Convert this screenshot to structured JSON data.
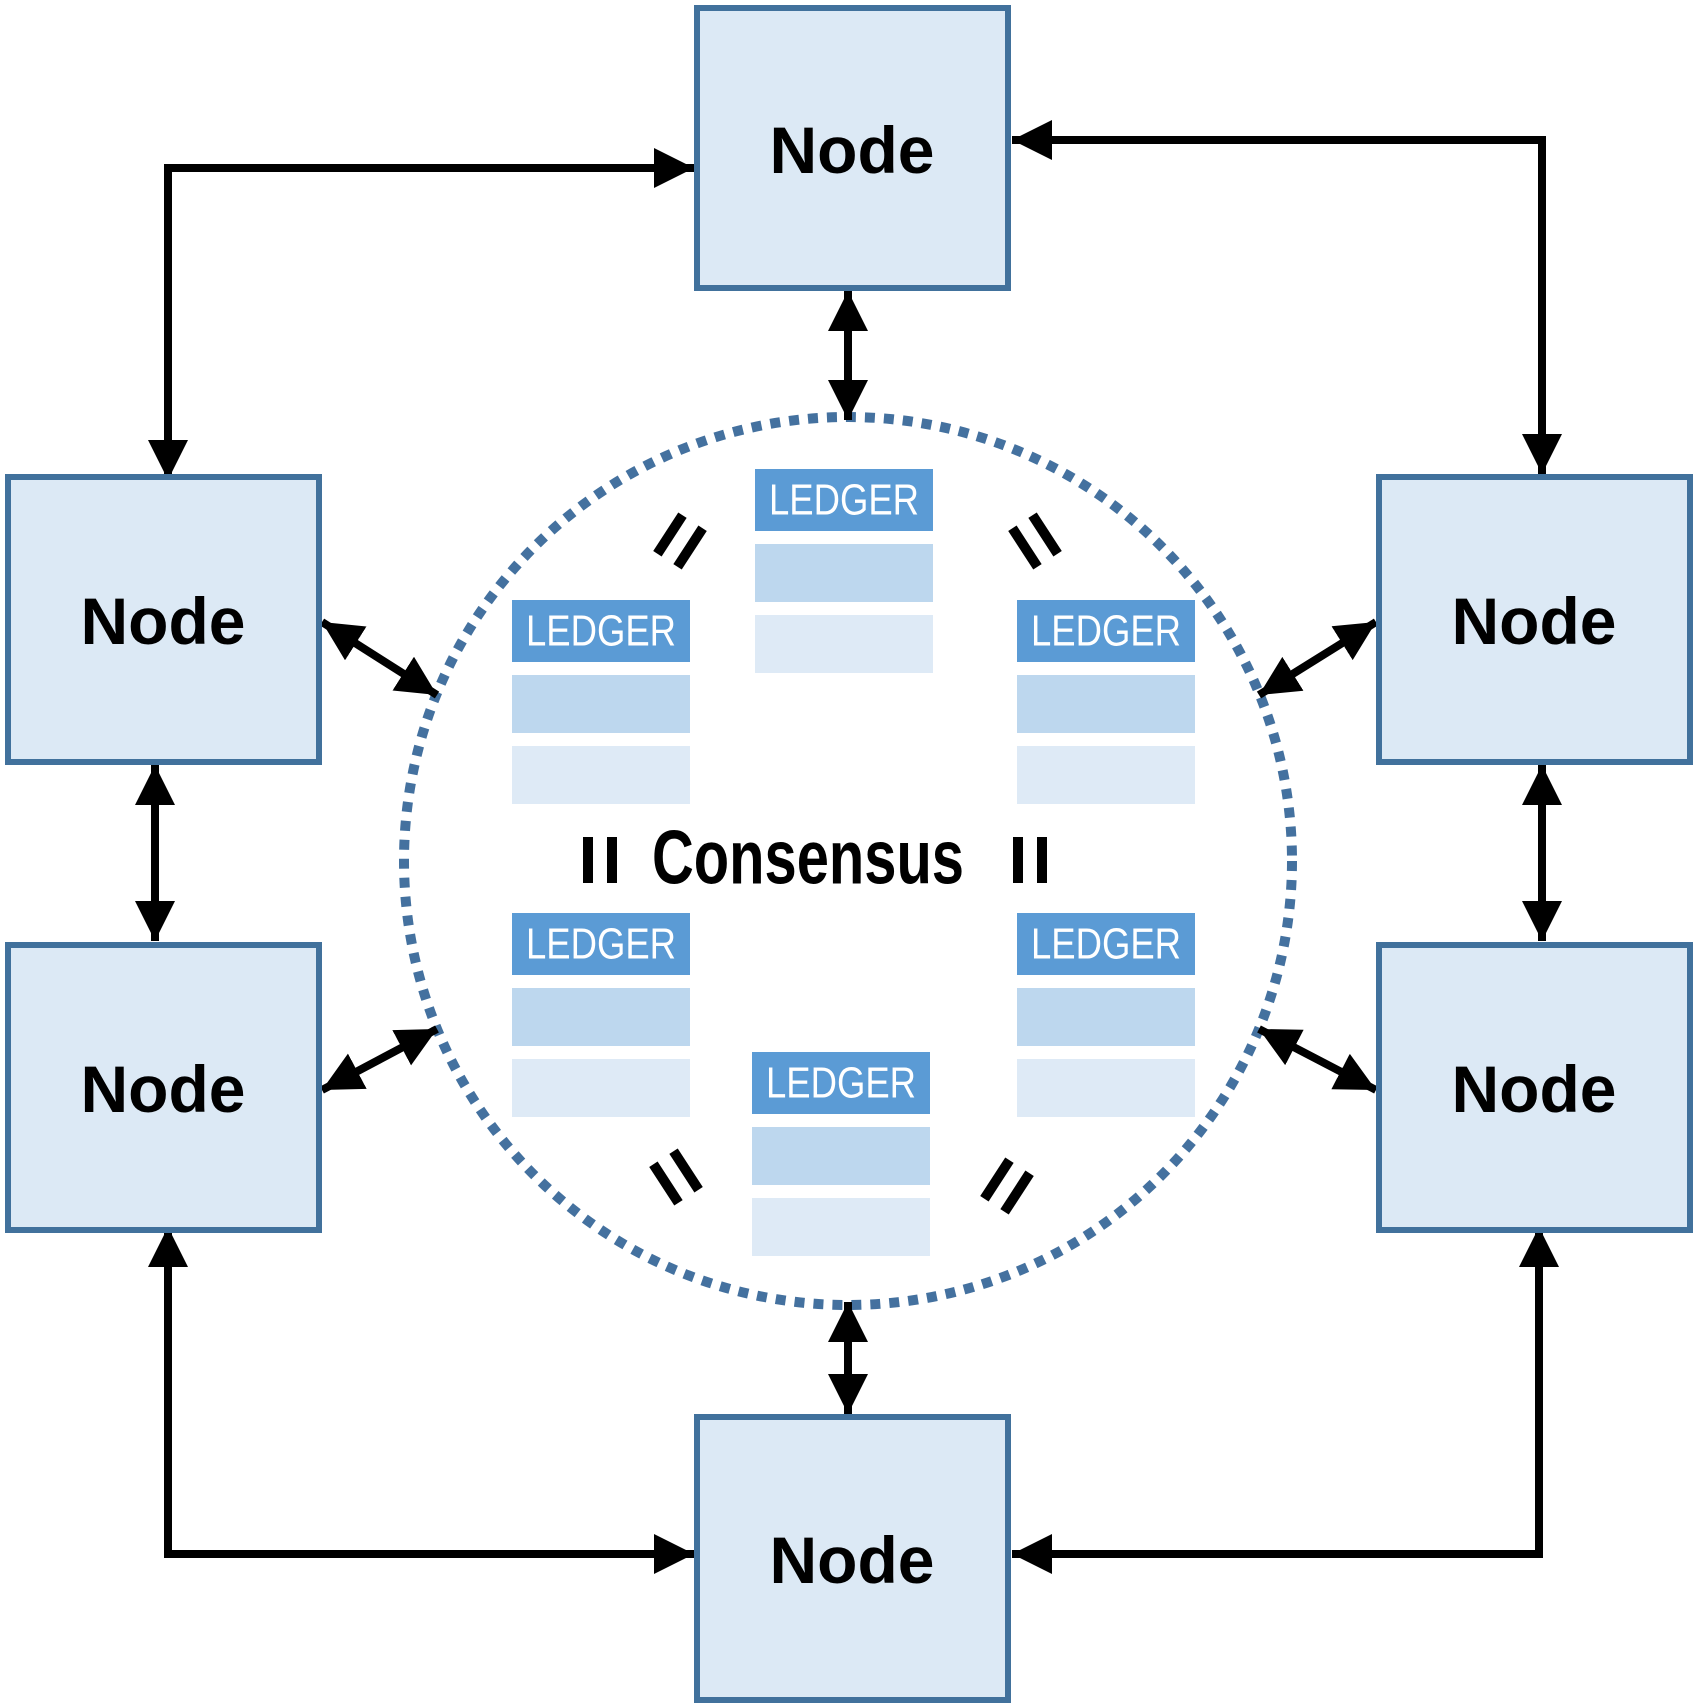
{
  "diagram_title": "",
  "consensus": {
    "label": "Consensus"
  },
  "nodes": [
    {
      "position": "top",
      "label": "Node"
    },
    {
      "position": "left-upper",
      "label": "Node"
    },
    {
      "position": "right-upper",
      "label": "Node"
    },
    {
      "position": "left-lower",
      "label": "Node"
    },
    {
      "position": "right-lower",
      "label": "Node"
    },
    {
      "position": "bottom",
      "label": "Node"
    }
  ],
  "ledgers": [
    {
      "position": "top-center",
      "label": "LEDGER",
      "rows": 2
    },
    {
      "position": "left-upper",
      "label": "LEDGER",
      "rows": 2
    },
    {
      "position": "right-upper",
      "label": "LEDGER",
      "rows": 2
    },
    {
      "position": "left-lower",
      "label": "LEDGER",
      "rows": 2
    },
    {
      "position": "right-lower",
      "label": "LEDGER",
      "rows": 2
    },
    {
      "position": "bottom-center",
      "label": "LEDGER",
      "rows": 2
    }
  ],
  "icons": {
    "equals_glyph": "=",
    "equals_count": 6
  },
  "colors": {
    "node_fill": "#dce9f5",
    "node_border": "#41719c",
    "ledger_header": "#5b9bd5",
    "ledger_row_medium": "#bdd7ee",
    "ledger_row_light": "#deeaf6",
    "circle_dot": "#44719f",
    "arrow": "#000000",
    "ledger_text": "#ffffff",
    "label_text": "#000000",
    "background": "#ffffff"
  }
}
